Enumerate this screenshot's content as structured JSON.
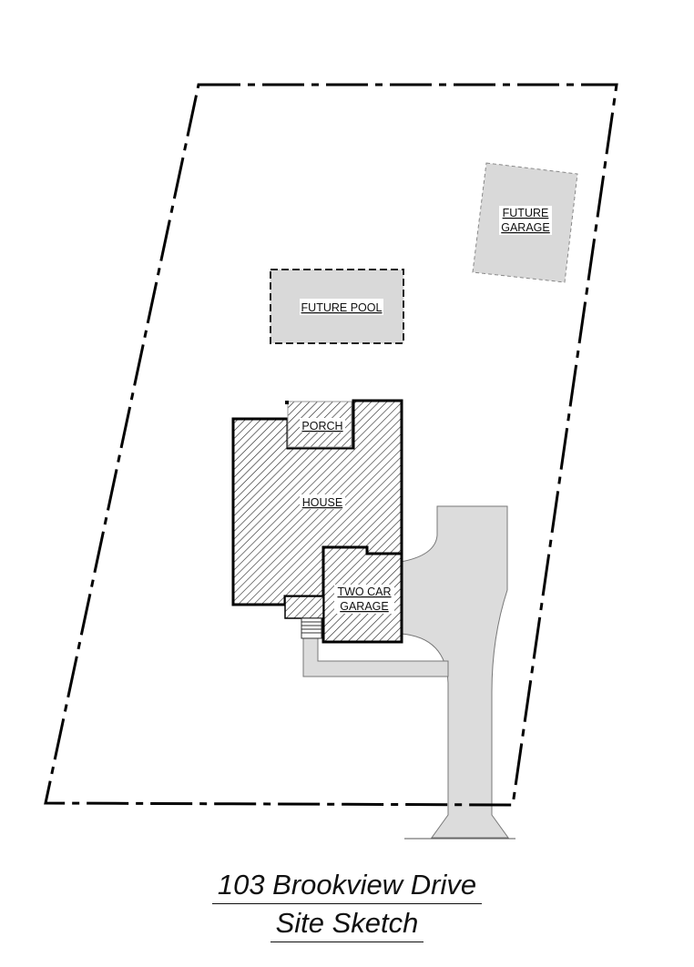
{
  "labels": {
    "future_garage_line1": "FUTURE",
    "future_garage_line2": "GARAGE",
    "future_pool": "FUTURE POOL",
    "porch": "PORCH",
    "house": "HOUSE",
    "garage_line1": "TWO CAR",
    "garage_line2": "GARAGE"
  },
  "title": {
    "line1": "103 Brookview Drive",
    "line2": "Site Sketch"
  },
  "colors": {
    "structure_outline": "#000000",
    "future_fill": "#d9d9d9",
    "driveway_fill": "#dcdcdc",
    "hatch": "#222222"
  }
}
